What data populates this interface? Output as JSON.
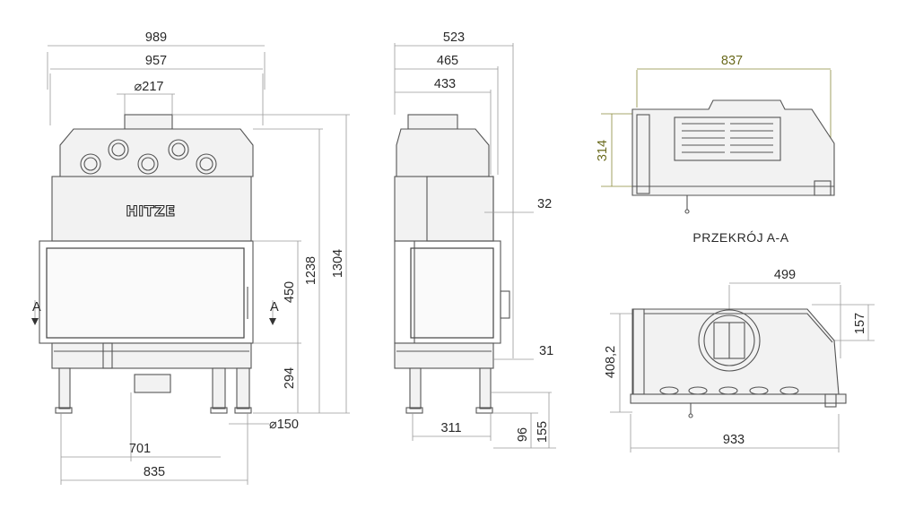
{
  "drawing": {
    "front": {
      "overall_width": "989",
      "body_width": "957",
      "flue_diameter": "⌀217",
      "brand": "HITZE",
      "door_height": "450",
      "height_to_door": "1238",
      "overall_height": "1304",
      "leg_height": "294",
      "leg_diameter": "⌀150",
      "leg_span": "701",
      "outer_leg_span": "835",
      "section_mark_left": "A",
      "section_mark_right": "A"
    },
    "side": {
      "overall_depth": "523",
      "depth_465": "465",
      "depth_433": "433",
      "frame_offset": "32",
      "bottom_offset": "31",
      "leg_depth": "311",
      "base_height_96": "96",
      "base_height_155": "155"
    },
    "section": {
      "width": "837",
      "height": "314",
      "title": "PRZEKRÓJ A-A"
    },
    "plan": {
      "depth": "408,2",
      "width": "933",
      "flue_width": "499",
      "flue_offset": "157"
    }
  }
}
